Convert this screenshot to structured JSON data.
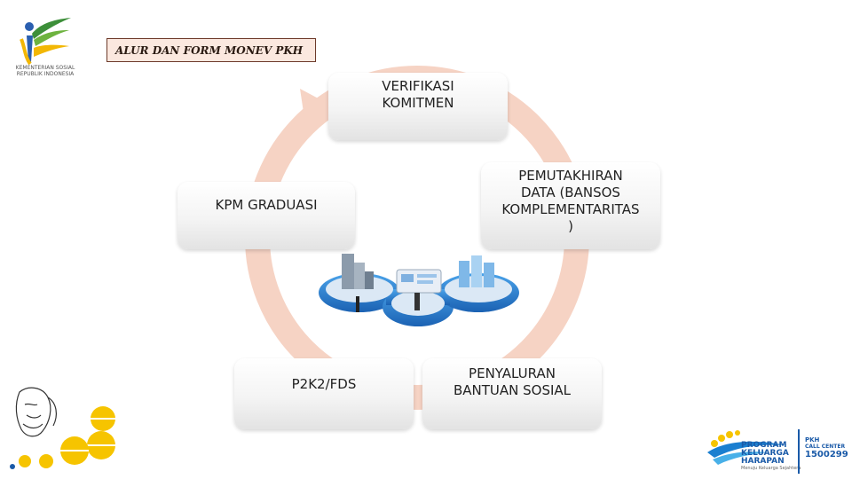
{
  "header": {
    "title": "ALUR DAN FORM MONEV PKH",
    "logo_caption": "KEMENTERIAN SOSIAL REPUBLIK INDONESIA"
  },
  "cycle": {
    "nodes": [
      {
        "id": "verifikasi",
        "lines": [
          "VERIFIKASI",
          "KOMITMEN"
        ]
      },
      {
        "id": "pemutakhiran",
        "lines": [
          "PEMUTAKHIRAN",
          "DATA (BANSOS",
          "KOMPLEMENTARITAS",
          ")"
        ]
      },
      {
        "id": "penyaluran",
        "lines": [
          "PENYALURAN",
          "BANTUAN SOSIAL"
        ]
      },
      {
        "id": "p2k2",
        "lines": [
          "P2K2/FDS"
        ]
      },
      {
        "id": "kpm",
        "lines": [
          "KPM GRADUASI"
        ]
      }
    ]
  },
  "footer": {
    "program_lines": [
      "PROGRAM",
      "KELUARGA",
      "HARAPAN"
    ],
    "tagline": "Menuju Keluarga Sejahtera",
    "brand": "PKH",
    "call_center_label": "CALL CENTER",
    "call_center_number": "1500299"
  },
  "colors": {
    "ring": "#f6d3c4",
    "platform": "#2e7fd0",
    "title_bg": "#fbe8df",
    "accent_yellow": "#f6c400",
    "brand_blue": "#1a5aa8"
  }
}
